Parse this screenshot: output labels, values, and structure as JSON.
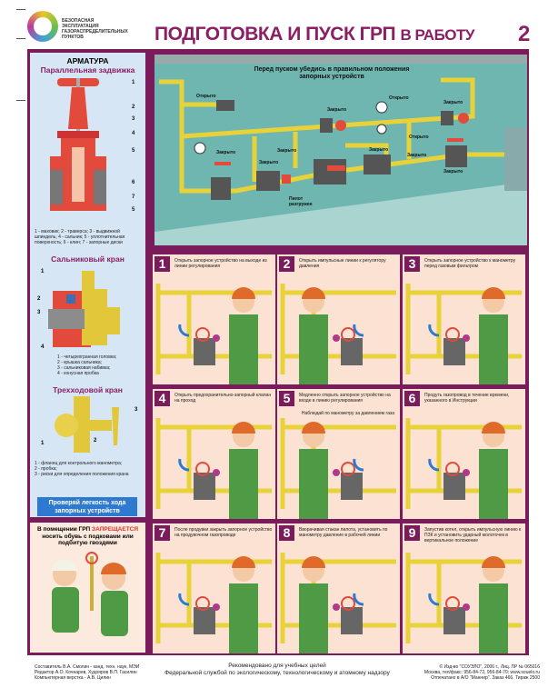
{
  "header": {
    "org_lines": [
      "БЕЗОПАСНАЯ",
      "ЭКСПЛУАТАЦИЯ",
      "ГАЗОРАСПРЕДЕЛИТЕЛЬНЫХ",
      "ПУНКТОВ"
    ],
    "title_main": "ПОДГОТОВКА И ПУСК ГРП",
    "title_tail": "В РАБОТУ",
    "sheet_number": "2"
  },
  "left": {
    "heading": "АРМАТУРА",
    "gate_valve": {
      "title": "Параллельная задвижка",
      "callouts": [
        "1",
        "2",
        "3",
        "4",
        "5",
        "6",
        "7",
        "5"
      ],
      "caption": "1 - маховик; 2 - траверса; 3 - выдвижной шпиндель; 4 - сальник; 5 - уплотнительная поверхность; 6 - клин; 7 - запорные диски"
    },
    "gland_cock": {
      "title": "Сальниковый кран",
      "callouts": [
        "1",
        "2",
        "3",
        "4"
      ],
      "caption": [
        "1 - четырехгранная головка;",
        "2 - крышка сальника;",
        "3 - сальниковая набивка;",
        "4 - конусная пробка"
      ]
    },
    "three_way": {
      "title": "Трехходовой кран",
      "callouts": [
        "1",
        "2",
        "3"
      ],
      "caption": [
        "1 - фланец для контрольного манометра;",
        "2 - пробка;",
        "3 - риски для определения положения крана"
      ]
    },
    "check_note": "Проверяй легкость хода запорных устройств"
  },
  "warning": {
    "prefix": "В помещении ГРП",
    "highlight": "ЗАПРЕЩАЕТСЯ",
    "rest": "носить обувь с подковами или подбитую гвоздями"
  },
  "diagram": {
    "title": "Перед пуском убедись в правильном положения запорных устройств",
    "labels": [
      "Открыто",
      "Закрыто",
      "Открыто",
      "Закрыто",
      "Открыто",
      "Закрыто",
      "Закрыто",
      "Закрыто",
      "Закрыто",
      "Закрыто",
      "Закрыто",
      "Пилот разгружен"
    ]
  },
  "steps": [
    {
      "n": "1",
      "text": "Открыть запорное устройство на выходе из линии регулирования"
    },
    {
      "n": "2",
      "text": "Открыть импульсные линии к регулятору давления"
    },
    {
      "n": "3",
      "text": "Открыть запорное устройство к манометру перед газовым фильтром"
    },
    {
      "n": "4",
      "text": "Открыть предохранительно-запорный клапан на проход"
    },
    {
      "n": "5",
      "text": "Медленно открыть запорное устройство на входе в линию регулирования",
      "note": "Наблюдай по манометру за давлением газа"
    },
    {
      "n": "6",
      "text": "Продуть газопровод в течение времени, указанного в Инструкции"
    },
    {
      "n": "7",
      "text": "После продувки закрыть запорное устройство на продувочном газопроводе"
    },
    {
      "n": "8",
      "text": "Вворачивая стакан пилота, установить по манометру давление в рабочей линии"
    },
    {
      "n": "9",
      "text": "Запустив котел, открыть импульсную линию к ПЗК и установить ударный молоточек в вертикальное положение"
    }
  ],
  "footer": {
    "credits": [
      "Составитель В.А. Смолин - канд. техн. наук, МЭИ",
      "Редактор А.О. Кочнарев, Худояров В.П. Гасилин",
      "Компьютерная верстка - А.В. Цилин"
    ],
    "recommended": [
      "Рекомендовано для учебных целей",
      "Федеральной службой по экологическому, технологическому и атомному надзору"
    ],
    "publisher": [
      "© Изд-во \"СОУЭЛО\", 2006 г., Лиц. ЛР № 065016",
      "Москва, тел/факс: 956-84-72, 956-84-70; www.souelo.ru",
      "Отпечатано в А/О \"Маннир\". Заказ 466. Тираж 2500"
    ]
  },
  "colors": {
    "frame": "#7a1b5c",
    "pipe": "#e8d23a",
    "wall": "#6fb5b0",
    "panel": "#fbe2d2",
    "valve_red": "#e4312b"
  }
}
